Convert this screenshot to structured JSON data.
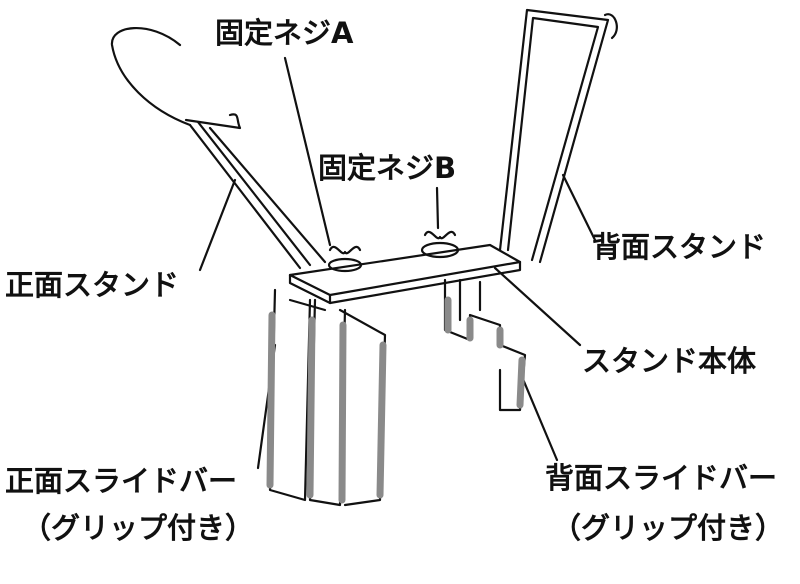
{
  "labels": {
    "screw_a": "固定ネジA",
    "screw_b": "固定ネジB",
    "front_stand": "正面スタンド",
    "back_stand": "背面スタンド",
    "stand_body": "スタンド本体",
    "front_slide_bar": "正面スライドバー",
    "front_slide_bar_note": "（グリップ付き）",
    "back_slide_bar": "背面スライドバー",
    "back_slide_bar_note": "（グリップ付き）"
  },
  "colors": {
    "line": "#111111",
    "grip": "#8a8a8a"
  }
}
